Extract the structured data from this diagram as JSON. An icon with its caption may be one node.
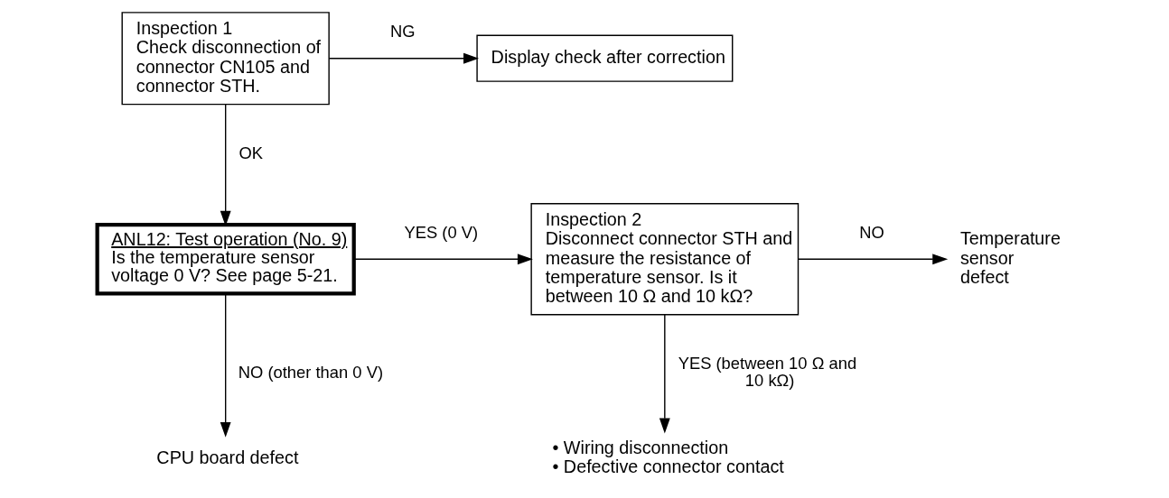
{
  "diagram": {
    "nodes": [
      {
        "text": [
          "Inspection 1",
          "Check disconnection of connector CN105 and connector STH."
        ]
      },
      {
        "text": [
          "Display check after correction"
        ]
      },
      {
        "text": [
          "ANL12: Test operation (No. 9)",
          "Is the temperature sensor voltage 0 V? See page 5-21."
        ]
      },
      {
        "text": [
          "Inspection 2",
          "Disconnect connector STH and measure the resistance of temperature sensor. Is it between 10 Ω and 10 kΩ?"
        ]
      },
      {
        "text": [
          "Temperature sensor defect"
        ]
      },
      {
        "text": [
          "CPU board defect"
        ]
      },
      {
        "text": [
          "• Wiring disconnection",
          "• Defective connector contact"
        ]
      }
    ],
    "edges": [
      {
        "from": 0,
        "to": 1,
        "arrow": "to",
        "label": "NG"
      },
      {
        "from": 0,
        "to": 2,
        "arrow": "to",
        "label": "OK"
      },
      {
        "from": 2,
        "to": 3,
        "arrow": "to",
        "label": "YES (0 V)"
      },
      {
        "from": 3,
        "to": 4,
        "arrow": "to",
        "label": "NO"
      },
      {
        "from": 2,
        "to": 5,
        "arrow": "to",
        "label": "NO (other than 0 V)"
      },
      {
        "from": 3,
        "to": 6,
        "arrow": "to",
        "label": "YES (between 10 Ω and 10 kΩ)"
      }
    ]
  }
}
